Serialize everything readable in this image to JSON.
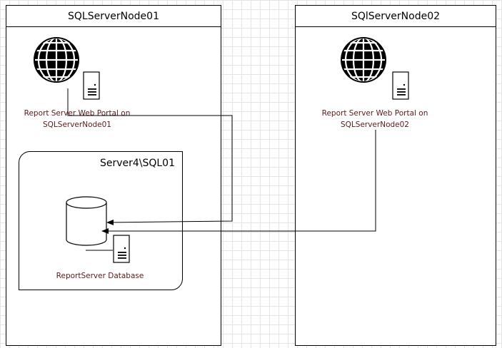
{
  "nodes": {
    "node1": {
      "title": "SQLServerNode01",
      "portal_label_line1": "Report Server Web Portal on",
      "portal_label_line2": "SQLServerNode01"
    },
    "node2": {
      "title": "SQlServerNode02",
      "portal_label_line1": "Report Server Web Portal on",
      "portal_label_line2": "SQLServerNode02"
    }
  },
  "database_server": {
    "title": "Server4\\SQL01",
    "database_label": "ReportServer Database"
  },
  "icons": [
    "globe-icon",
    "server-icon",
    "database-icon"
  ],
  "colors": {
    "label_text": "#5a1a1a",
    "lines": "#000000"
  }
}
